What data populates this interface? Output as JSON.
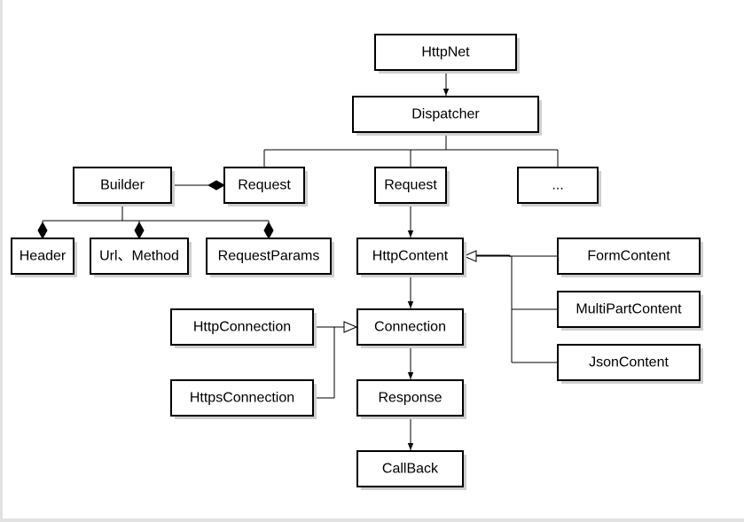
{
  "nodes": {
    "httpnet": "HttpNet",
    "dispatcher": "Dispatcher",
    "builder": "Builder",
    "request_left": "Request",
    "request_middle": "Request",
    "ellipsis": "...",
    "header": "Header",
    "url_method": "Url、Method",
    "request_params": "RequestParams",
    "http_content": "HttpContent",
    "form_content": "FormContent",
    "multipart_content": "MultiPartContent",
    "json_content": "JsonContent",
    "http_connection": "HttpConnection",
    "connection": "Connection",
    "https_connection": "HttpsConnection",
    "response": "Response",
    "callback": "CallBack"
  },
  "colors": {
    "stroke": "#000000",
    "shadow": "#cfcfcf",
    "background": "#ffffff",
    "frame": "#e2e2e2"
  }
}
